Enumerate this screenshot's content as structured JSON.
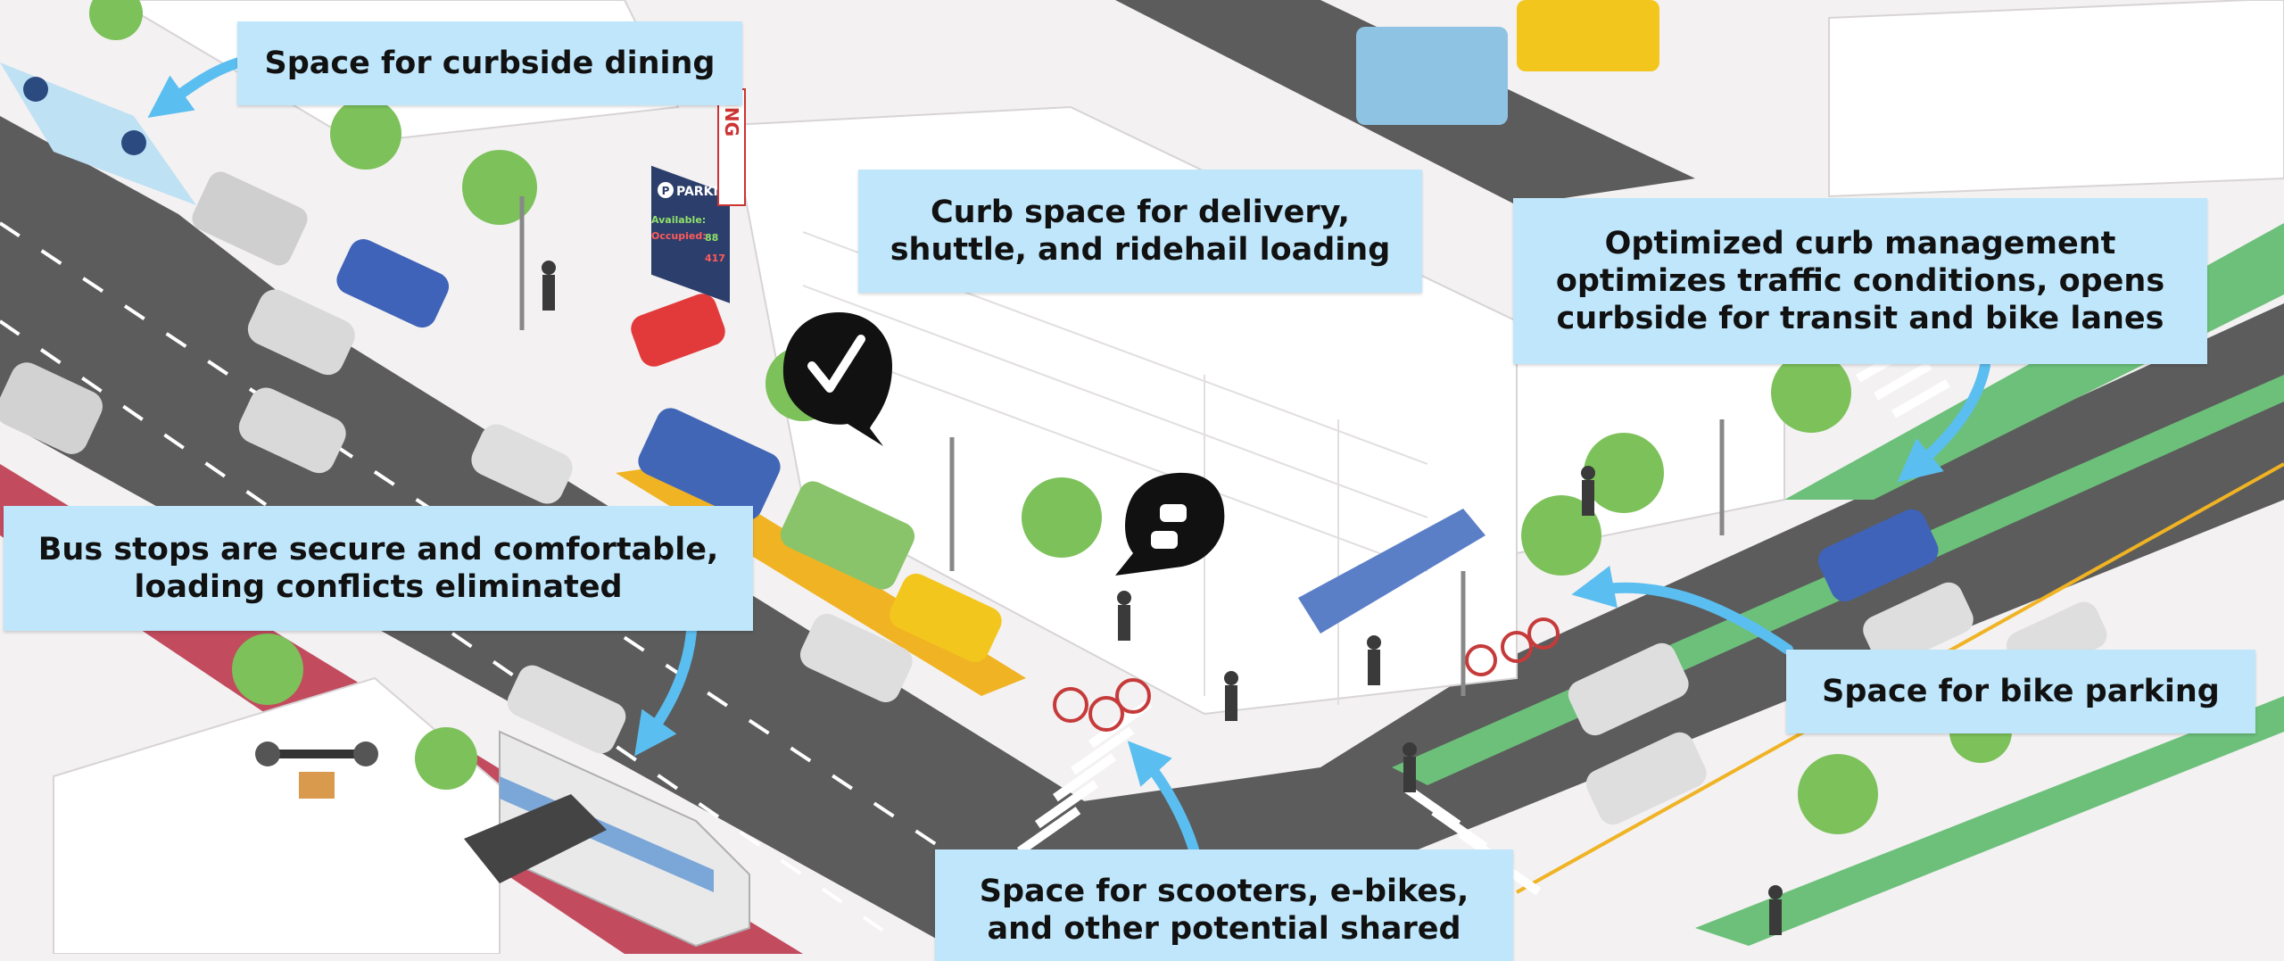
{
  "callouts": {
    "dining": "Space for curbside dining",
    "curb_line1": "Curb space for delivery,",
    "curb_line2": "shuttle, and ridehail loading",
    "opt_line1": "Optimized curb management",
    "opt_line2": "optimizes traffic conditions, opens",
    "opt_line3": "curbside for transit and bike lanes",
    "bus_line1": "Bus stops are secure and comfortable,",
    "bus_line2": "loading conflicts eliminated",
    "bike": "Space for bike parking",
    "scoot_line1": "Space for scooters, e-bikes,",
    "scoot_line2": "and other potential shared"
  },
  "signs": {
    "parking_letter": "P",
    "parking_title": "PARKING",
    "available_label": "Available:",
    "available_value": "88",
    "occupied_label": "Occupied:",
    "occupied_value": "417",
    "vertical_sign": "KING"
  },
  "colors": {
    "callout_bg": "#bfe6fb",
    "arrow": "#5bbef0",
    "road": "#5c5c5c",
    "bus_lane": "#c24b5e",
    "bike_lane": "#6cc07a",
    "loading_zone": "#f0b323",
    "sidewalk": "#f7f6f7",
    "tree": "#7cc15a"
  },
  "icons": {
    "checkmark": "checkmark-bubble-icon",
    "thumbs": "thumbs-up-bubble-icon"
  }
}
